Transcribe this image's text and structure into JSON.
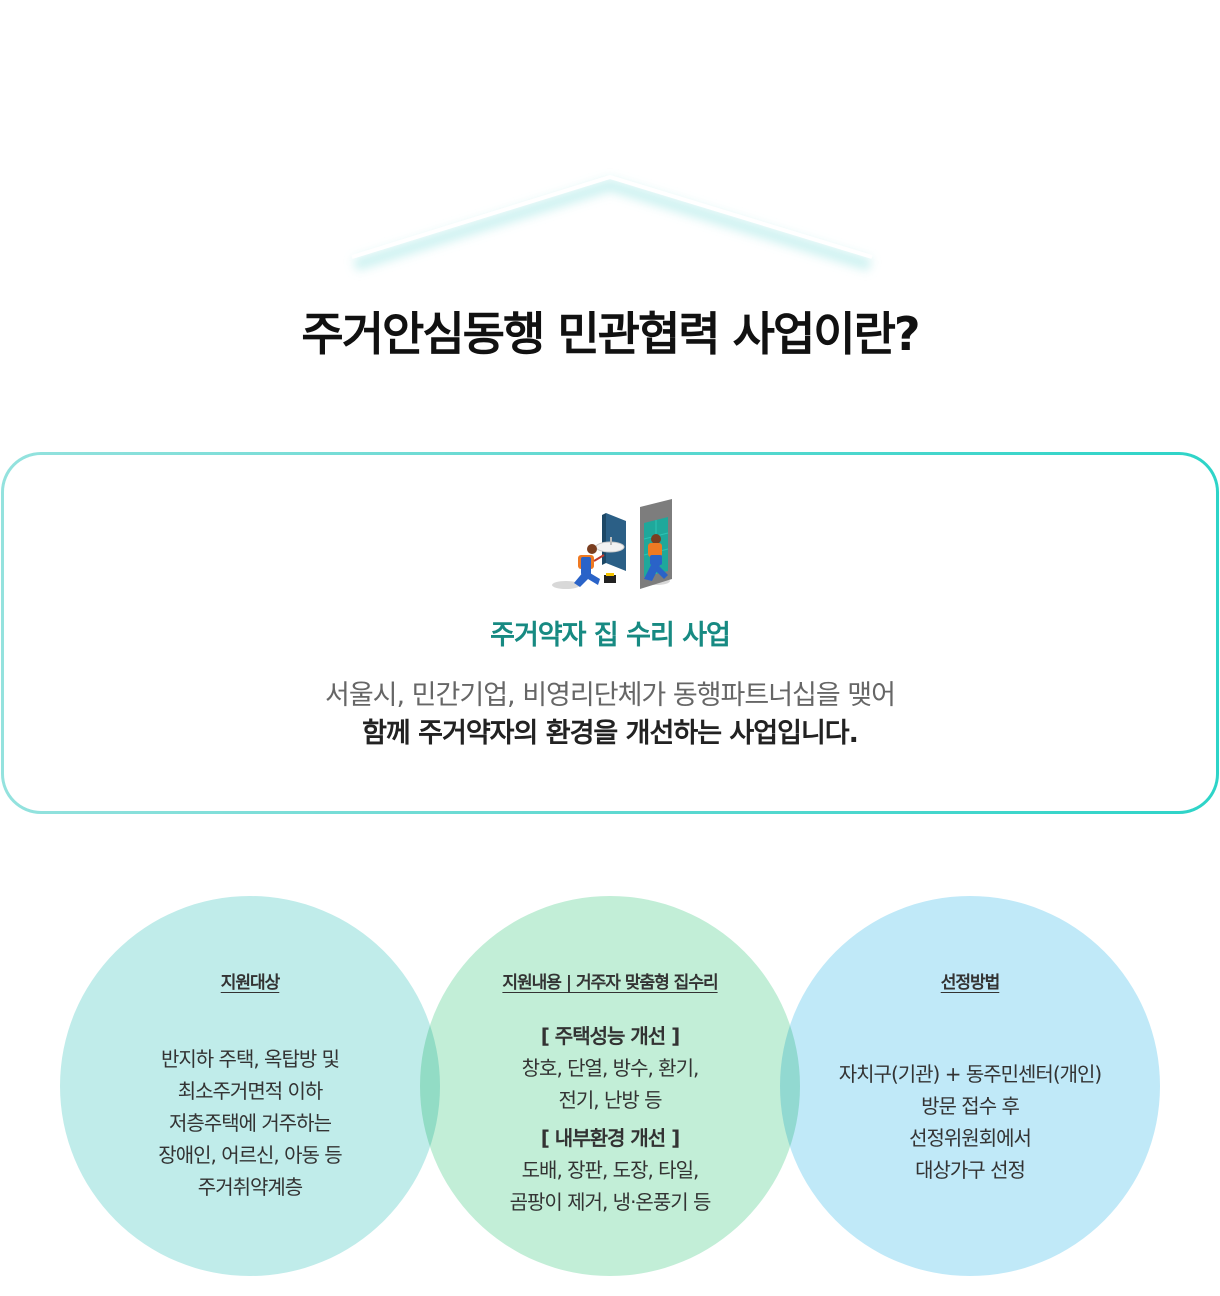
{
  "header": {
    "title": "주거안심동행 민관협력 사업이란?"
  },
  "intro_card": {
    "illustration": "home-repair-workers-illustration",
    "subtitle": "주거약자 집 수리 사업",
    "description_line1": "서울시, 민간기업, 비영리단체가 동행파트너십을 맺어",
    "description_line2": "함께 주거약자의 환경을 개선하는 사업입니다.",
    "colors": {
      "border_start": "#94e2de",
      "border_end": "#2dd4c8",
      "subtitle": "#178a82"
    }
  },
  "circles": [
    {
      "heading": "지원대상",
      "color": "#c0ecea",
      "lines": [
        "반지하 주택, 옥탑방 및",
        "최소주거면적 이하",
        "저층주택에 거주하는",
        "장애인, 어르신, 아동 등",
        "주거취약계층"
      ]
    },
    {
      "heading": "지원내용 | 거주자 맞춤형 집수리",
      "color": "#c2eed7",
      "sections": [
        {
          "title": "[ 주택성능 개선 ]",
          "lines": [
            "창호, 단열, 방수, 환기,",
            "전기, 난방 등"
          ]
        },
        {
          "title": "[ 내부환경 개선 ]",
          "lines": [
            "도배, 장판, 도장, 타일,",
            "곰팡이 제거, 냉·온풍기 등"
          ]
        }
      ]
    },
    {
      "heading": "선정방법",
      "color": "#c0e9f8",
      "lines": [
        "자치구(기관) + 동주민센터(개인)",
        "방문 접수 후",
        "선정위원회에서",
        "대상가구 선정"
      ]
    }
  ]
}
